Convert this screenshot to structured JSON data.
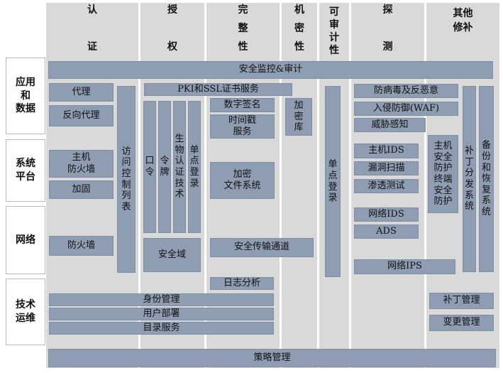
{
  "columns": [
    "认\n\n证",
    "授\n\n权",
    "完\n整\n性",
    "机\n密\n性",
    "可\n审\n计\n性",
    "探\n\n测",
    "其他\n修补"
  ],
  "rows": [
    "应用\n和\n数据",
    "系统\n平台",
    "网络",
    "技术\n运维"
  ],
  "blocks": {
    "security_monitor_audit": "安全监控&审计",
    "pki_ssl": "PKI和SSL证书服务",
    "proxy": "代理",
    "reverse_proxy": "反向代理",
    "host_firewall": "主机\n防火墙",
    "hardening": "加固",
    "firewall": "防火墙",
    "acl": "访\n问\n控\n制\n列\n表",
    "password": "口\n令",
    "token": "令\n牌",
    "biometric": "生\n物\n认\n证\n技\n术",
    "sso_auth": "单\n点\n登\n录",
    "security_domain": "安全域",
    "digital_signature": "数字签名",
    "timestamp": "时间戳\n服务",
    "encrypted_fs": "加密\n文件系统",
    "secure_channel": "安全传输通道",
    "log_analysis": "日志分析",
    "encrypted_db": "加\n密\n库",
    "sso_audit": "单\n点\n登\n录",
    "antivirus": "防病毒及反恶意",
    "waf": "入侵防御(WAF)",
    "threat_awareness": "威胁感知",
    "host_ids": "主机IDS",
    "vuln_scan": "漏洞扫描",
    "pentest": "渗透测试",
    "network_ids": "网络IDS",
    "ads": "ADS",
    "network_ips": "网络IPS",
    "endpoint_protection": "主机\n安全\n防护\n终端\n安全\n防护",
    "patch_distribution": "补\n丁\n分\n发\n系\n统",
    "backup_recovery": "备\n份\n和\n恢\n复\n系\n统",
    "identity_mgmt": "身份管理",
    "user_deploy": "用户部署",
    "directory_service": "目录服务",
    "patch_mgmt": "补丁管理",
    "change_mgmt": "变更管理",
    "policy_mgmt": "策略管理"
  },
  "colors": {
    "column_bg": "#d9d9d9",
    "block_fill": "#8e9db2",
    "block_border": "#7e8ea5"
  }
}
